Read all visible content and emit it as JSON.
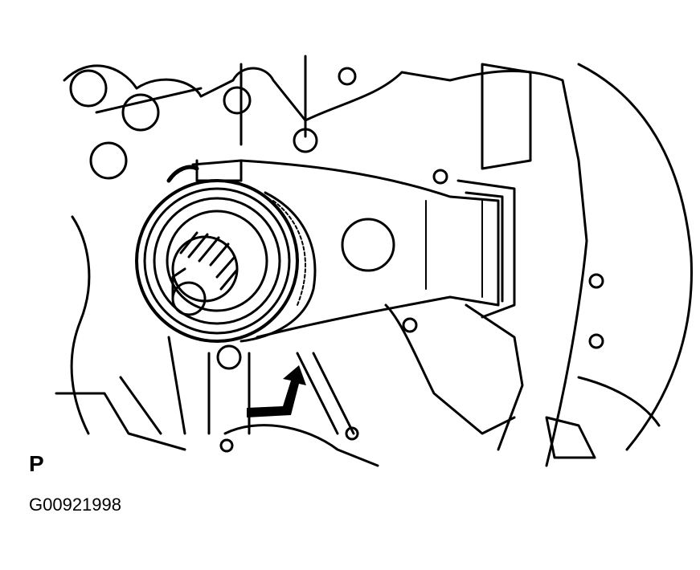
{
  "figure": {
    "view_label": "P",
    "figure_id": "G00921998",
    "subject": "release fork and release bearing on transmission input shaft",
    "arrow_direction": "up",
    "colors": {
      "line": "#000000",
      "background": "#ffffff"
    }
  }
}
